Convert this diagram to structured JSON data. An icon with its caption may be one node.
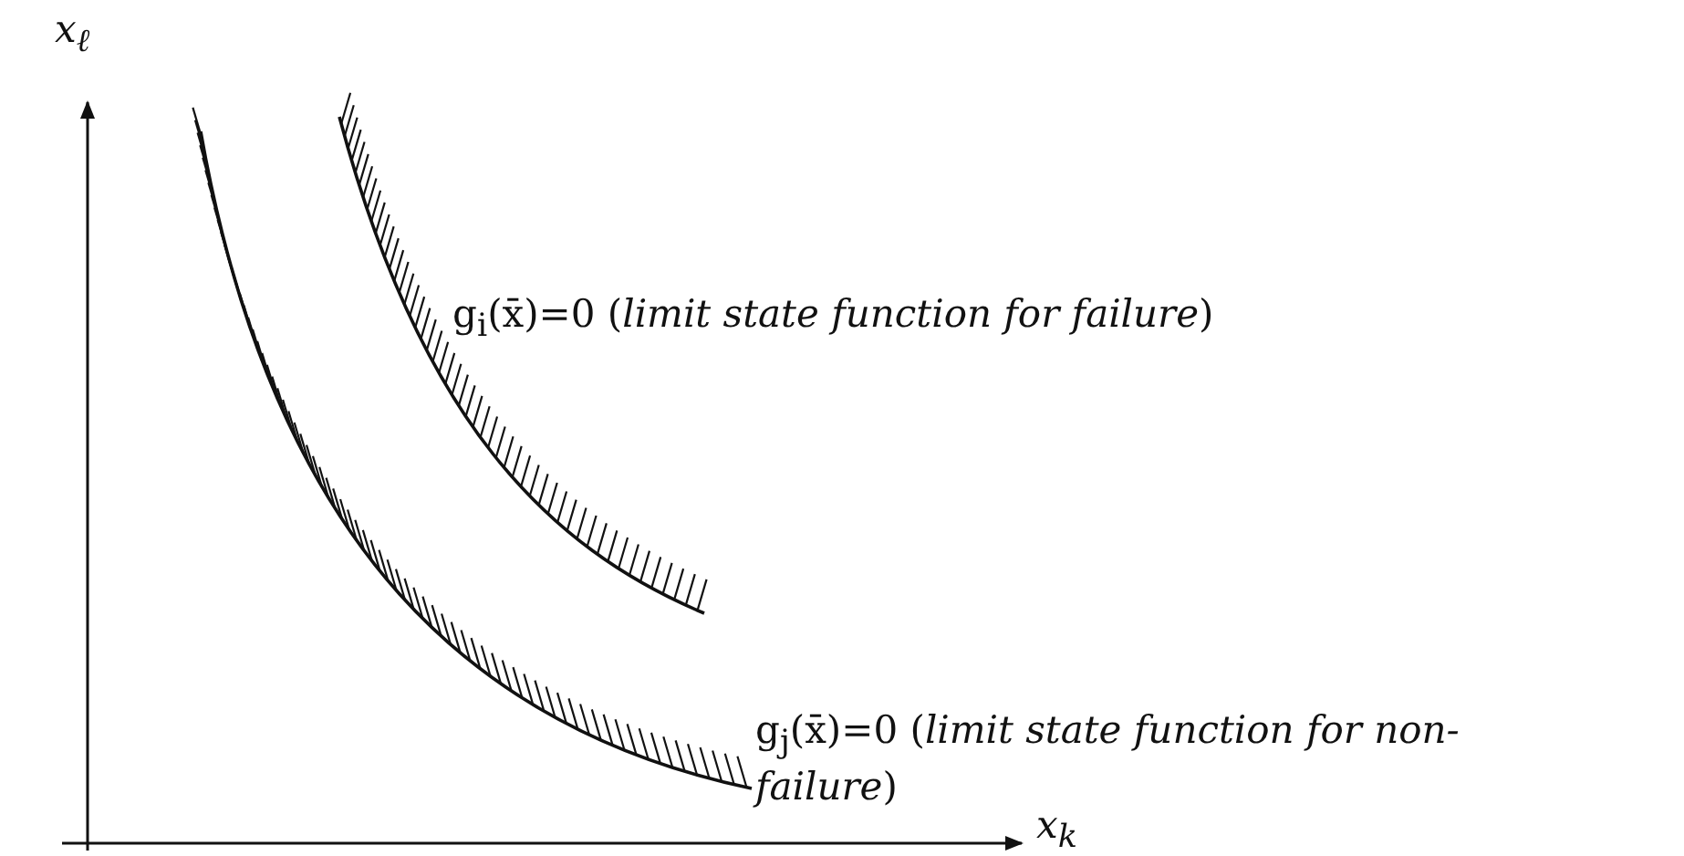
{
  "diagram": {
    "labels": [
      "x$_{ℓ}$",
      "g$_{i}$(x̄)=0 (*limit state function for failure*)",
      "g$_{j}$(x̄)=0 (*limit state function for non-failure*)",
      "x$_{k}$"
    ]
  }
}
